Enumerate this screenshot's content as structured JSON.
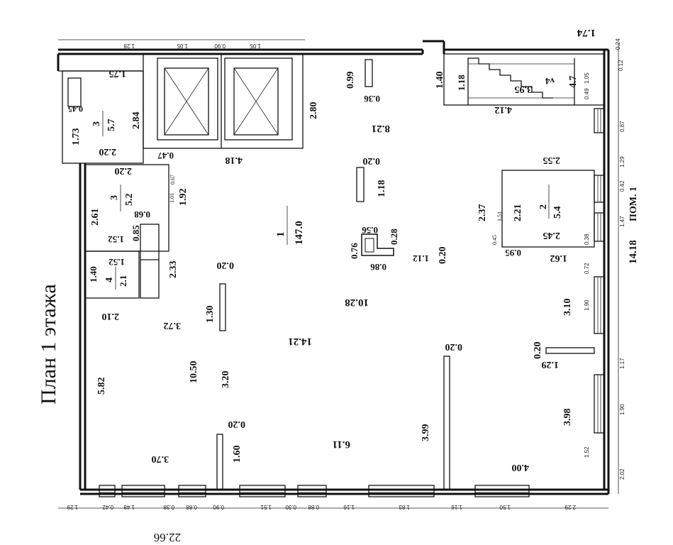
{
  "floor_title": "План 1 этажа",
  "total_dim_bottom": "22.66",
  "total_dim_right": "14.18",
  "room_group_label": "ПОМ. 1",
  "top_right_dim": "1.74",
  "rooms": {
    "main": {
      "number": "1",
      "area": "147.0"
    },
    "room2": {
      "number": "2",
      "area": "5.4"
    },
    "room3a": {
      "number": "3",
      "area": "5.7"
    },
    "room3b": {
      "number": "3",
      "area": "5.2"
    },
    "room4": {
      "number": "4",
      "area": "2.1"
    },
    "room_v": {
      "number": "v4",
      "area": "4.7"
    }
  },
  "dims": {
    "d_1_75": "1.75",
    "d_0_45": "0.45",
    "d_1_73": "1.73",
    "d_2_84": "2.84",
    "d_2_20a": "2.20",
    "d_4_18": "4.18",
    "d_0_47": "0.47",
    "d_2_80": "2.80",
    "d_0_99": "0.99",
    "d_0_36": "0.36",
    "d_8_21": "8.21",
    "d_1_40": "1.40",
    "d_1_18s": "1.18",
    "d_3_95": "3.95",
    "d_4_12": "4.12",
    "d_2_20b": "2.20",
    "d_2_61": "2.61",
    "d_0_68": "0.68",
    "d_1_92": "1.92",
    "d_0_85": "0.85",
    "d_1_52a": "1.52",
    "d_1_52b": "1.52",
    "d_1_40b": "1.40",
    "d_2_33": "2.33",
    "d_2_10": "2.10",
    "d_3_72": "3.72",
    "d_0_20a": "0.20",
    "d_1_30": "1.30",
    "d_0_20b": "0.20",
    "d_1_18": "1.18",
    "d_0_56": "0.56",
    "d_0_28": "0.28",
    "d_0_76": "0.76",
    "d_0_86": "0.86",
    "d_1_12": "1.12",
    "d_0_20c": "0.20",
    "d_10_28": "10.28",
    "d_14_21": "14.21",
    "d_10_50": "10.50",
    "d_3_20": "3.20",
    "d_5_82": "5.82",
    "d_0_20d": "0.20",
    "d_1_60": "1.60",
    "d_3_70": "3.70",
    "d_6_11": "6.11",
    "d_0_20e": "0.20",
    "d_3_99": "3.99",
    "d_2_55": "2.55",
    "d_2_37": "2.37",
    "d_2_21": "2.21",
    "d_2_45": "2.45",
    "d_0_95": "0.95",
    "d_1_62": "1.62",
    "d_3_10": "3.10",
    "d_0_20f": "0.20",
    "d_1_29": "1.29",
    "d_3_98": "3.98",
    "d_4_00": "4.00",
    "d_1_01": "1.01",
    "d_0_67": "0.67",
    "d_1_51": "1.51",
    "d_0_45b": "0.45"
  },
  "small_dims": {
    "top_1_28": "1.28",
    "top_1_05a": "1.05",
    "top_0_90": "0.90",
    "top_1_05b": "1.05",
    "b_1_29": "1.29",
    "b_0_42": "0.42",
    "b_1_48": "1.48",
    "b_0_38": "0.38",
    "b_0_88": "0.88",
    "b_0_90": "0.90",
    "b_1_51": "1.51",
    "b_0_30": "0.30",
    "b_0_88b": "0.88",
    "b_1_16": "1.16",
    "b_1_83": "1.83",
    "b_1_16b": "1.16",
    "b_1_50": "1.50",
    "b_2_29": "2.29",
    "r_0_12": "0.12",
    "r_1_05": "1.05",
    "r_0_49": "0.49",
    "r_0_87": "0.87",
    "r_1_29": "1.29",
    "r_0_42": "0.42",
    "r_1_47": "1.47",
    "r_0_38": "0.38",
    "r_0_72": "0.72",
    "r_1_90": "1.90",
    "r_1_17": "1.17",
    "r_1_90b": "1.90",
    "r_1_52": "1.52",
    "r_2_02": "2.02",
    "r_0_24": "0.24"
  }
}
